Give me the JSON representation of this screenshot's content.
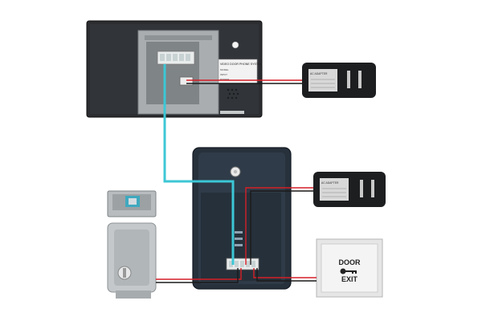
{
  "monitor": {
    "label_title": "VIDEO DOOR PHONE SYSTEM",
    "label_lines": [
      "MODEL",
      "INPUT",
      "POWER"
    ]
  },
  "adapters": {
    "top_label": "AC ADAPTER",
    "mid_label": "AC ADAPTER"
  },
  "exit_button": {
    "word_top": "DOOR",
    "word_bottom": "EXIT"
  },
  "colors": {
    "video_wire": "#3cc7d6",
    "power_positive": "#d61f26",
    "power_negative": "#1a1a1a",
    "monitor_body": "#2b2d30",
    "outdoor_body": "#27313c"
  }
}
